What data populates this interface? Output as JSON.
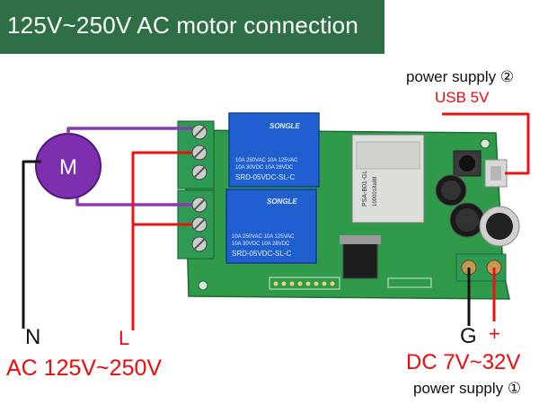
{
  "title": "125V~250V AC motor connection",
  "motor": {
    "label": "M",
    "color": "#7c2fae"
  },
  "relays": [
    {
      "brand": "SONGLE",
      "rating_line1": "10A 250VAC  10A 125VAC",
      "rating_line2": "10A  30VDC  10A  28VDC",
      "model": "SRD-05VDC-SL-C"
    },
    {
      "brand": "SONGLE",
      "rating_line1": "10A 250VAC  10A 125VAC",
      "rating_line2": "10A  30VDC  10A  28VDC",
      "model": "SRD-05VDC-SL-C"
    }
  ],
  "wifi_module": {
    "line1": "PSA-B01-GL",
    "line2": "1000018a88"
  },
  "terminals": {
    "ac_neutral": "N",
    "ac_live": "L",
    "dc_ground": "G",
    "dc_positive": "+"
  },
  "power_ac": {
    "label": "AC 125V~250V"
  },
  "power_dc": {
    "label": "DC 7V~32V",
    "caption": "power supply ①"
  },
  "power_usb": {
    "caption": "power supply ②",
    "label": "USB 5V"
  },
  "colors": {
    "title_bg": "#2f6f46",
    "pcb": "#2f9a4a",
    "terminal_block": "#2e9b54",
    "relay": "#1f5fcf",
    "wire_purple": "#8a3bb3",
    "wire_red": "#e81414",
    "wire_black": "#111111",
    "label_red": "#ee0a0a"
  }
}
